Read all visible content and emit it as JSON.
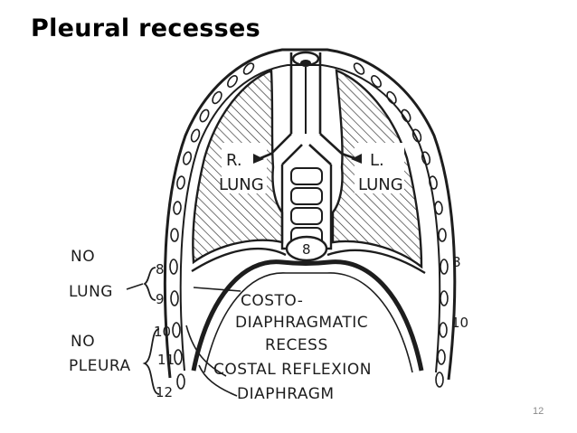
{
  "title": "Pleural recesses",
  "slide_number": "12",
  "colors": {
    "ink": "#1d1d1d",
    "title": "#000000",
    "slide_number": "#8a8a8a",
    "background": "#ffffff"
  },
  "labels": {
    "right_lung_line1": "R.",
    "right_lung_line2": "LUNG",
    "left_lung_line1": "L.",
    "left_lung_line2": "LUNG",
    "vertebra_number": "8",
    "no_lung_line1": "NO",
    "no_lung_line2": "LUNG",
    "no_pleura_line1": "NO",
    "no_pleura_line2": "PLEURA",
    "costo_line1": "COSTO-",
    "costo_line2": "DIAPHRAGMATIC",
    "costo_line3": "RECESS",
    "costal_reflexion": "COSTAL REFLEXION",
    "diaphragm": "DIAPHRAGM"
  },
  "rib_numbers": {
    "left": [
      "8",
      "9",
      "10",
      "11",
      "12"
    ],
    "right": [
      "8",
      "10"
    ]
  }
}
